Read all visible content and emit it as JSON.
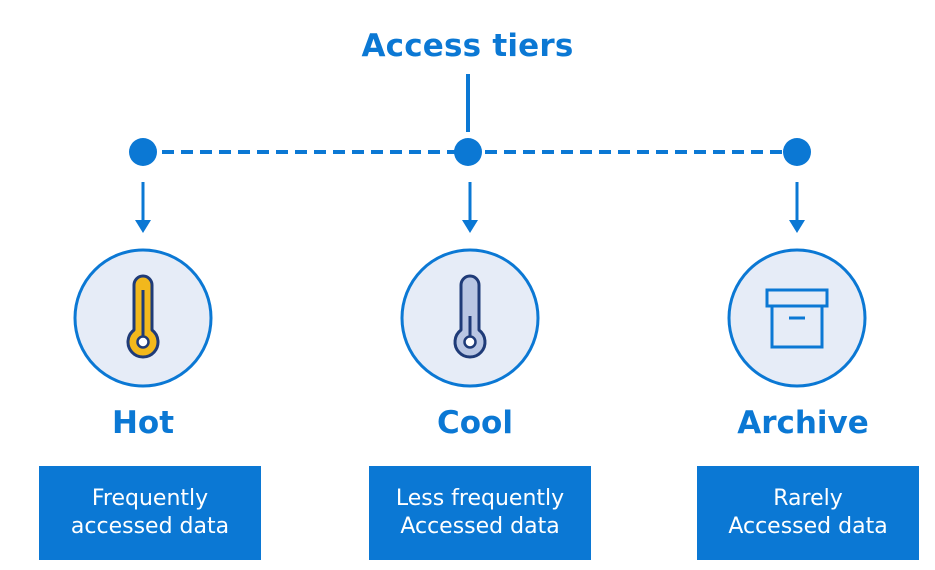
{
  "title": "Access tiers",
  "colors": {
    "accent": "#0b78d4",
    "icon_circle_fill": "#e6ecf7",
    "hot_icon": "#f2b81c",
    "cool_icon": "#b9c6e3",
    "icon_stroke": "#1f3b78"
  },
  "tiers": [
    {
      "name": "Hot",
      "icon": "thermometer-hot-icon",
      "description": [
        "Frequently",
        "accessed data"
      ]
    },
    {
      "name": "Cool",
      "icon": "thermometer-cool-icon",
      "description": [
        "Less frequently",
        "Accessed data"
      ]
    },
    {
      "name": "Archive",
      "icon": "archive-box-icon",
      "description": [
        "Rarely",
        "Accessed data"
      ]
    }
  ]
}
